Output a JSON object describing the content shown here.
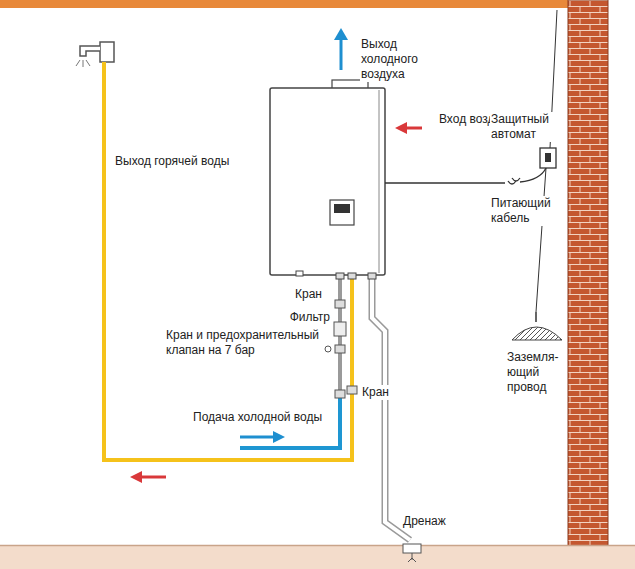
{
  "diagram": {
    "labels": [
      "Выход холодного воздуха",
      "Вход воздуха",
      "Защитный автомат",
      "Питающий кабель",
      "Выход горячей воды",
      "Кран",
      "Фильтр",
      "Кран и предохранительный клапан на 7 бар",
      "Подача холодной воды",
      "Кран",
      "Заземля- ющий провод",
      "Дренаж"
    ]
  }
}
